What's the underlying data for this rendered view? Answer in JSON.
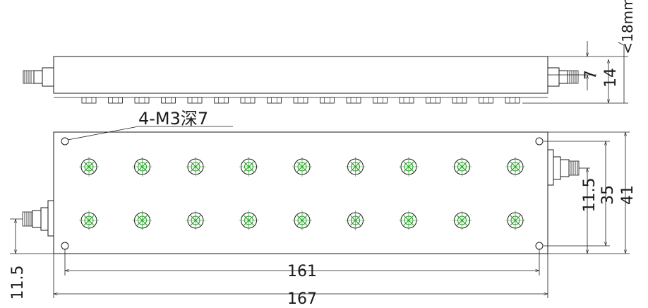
{
  "drawing": {
    "units_note": "<18mm",
    "hole_note": "4-M3深7",
    "dimensions": {
      "side_height_inner": "7",
      "side_height_outer": "14",
      "hole_spacing_length": "161",
      "overall_length": "167",
      "connector_offset_left": "11.5",
      "connector_offset_right": "11.5",
      "hole_spacing_width": "35",
      "overall_width": "41"
    }
  }
}
